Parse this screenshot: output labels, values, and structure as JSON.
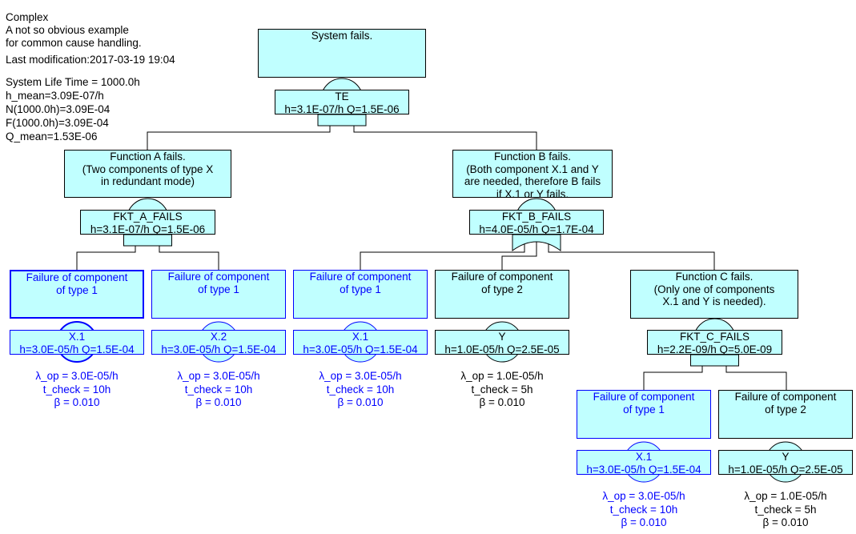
{
  "header": {
    "title": "Complex",
    "description": "A not so obvious example\nfor common cause handling.",
    "last_modification": "Last modification:2017-03-19 19:04",
    "results": [
      "System Life Time = 1000.0h",
      "h_mean=3.09E-07/h",
      "N(1000.0h)=3.09E-04",
      "F(1000.0h)=3.09E-04",
      "Q_mean=1.53E-06"
    ]
  },
  "colors": {
    "fill": "#c0ffff",
    "common_cause": "#0000ff",
    "line": "#000000"
  },
  "nodes": [
    {
      "id": "te",
      "type": "gate",
      "description": "System fails.",
      "label": "TE",
      "stats": "h=3.1E-07/h Q=1.5E-06"
    },
    {
      "id": "fa",
      "type": "gate",
      "description": "Function A fails.\n(Two components of type X\nin redundant mode)",
      "label": "FKT_A_FAILS",
      "stats": "h=3.1E-07/h Q=1.5E-06"
    },
    {
      "id": "fb",
      "type": "gate",
      "description": "Function B fails.\n(Both component X.1 and Y\nare needed, therefore B fails\nif X.1 or Y fails.",
      "label": "FKT_B_FAILS",
      "stats": "h=4.0E-05/h Q=1.7E-04"
    },
    {
      "id": "a1",
      "type": "basic",
      "common_cause": true,
      "selected": true,
      "description": "Failure of component\nof type 1",
      "label": "X.1",
      "stats": "h=3.0E-05/h Q=1.5E-04",
      "params": [
        "λ_op = 3.0E-05/h",
        "t_check = 10h",
        "β = 0.010"
      ]
    },
    {
      "id": "a2",
      "type": "basic",
      "common_cause": true,
      "description": "Failure of component\nof type 1",
      "label": "X.2",
      "stats": "h=3.0E-05/h Q=1.5E-04",
      "params": [
        "λ_op = 3.0E-05/h",
        "t_check = 10h",
        "β = 0.010"
      ]
    },
    {
      "id": "b1",
      "type": "basic",
      "common_cause": true,
      "description": "Failure of component\nof type 1",
      "label": "X.1",
      "stats": "h=3.0E-05/h Q=1.5E-04",
      "params": [
        "λ_op = 3.0E-05/h",
        "t_check = 10h",
        "β = 0.010"
      ]
    },
    {
      "id": "b2",
      "type": "basic",
      "common_cause": false,
      "description": "Failure of component\nof type 2",
      "label": "Y",
      "stats": "h=1.0E-05/h Q=2.5E-05",
      "params": [
        "λ_op = 1.0E-05/h",
        "t_check = 5h",
        "β = 0.010"
      ]
    },
    {
      "id": "fc",
      "type": "gate",
      "description": "Function C fails.\n(Only one of components\nX.1 and Y is needed).",
      "label": "FKT_C_FAILS",
      "stats": "h=2.2E-09/h Q=5.0E-09"
    },
    {
      "id": "c1",
      "type": "basic",
      "common_cause": true,
      "description": "Failure of component\nof type 1",
      "label": "X.1",
      "stats": "h=3.0E-05/h Q=1.5E-04",
      "params": [
        "λ_op = 3.0E-05/h",
        "t_check = 10h",
        "β = 0.010"
      ]
    },
    {
      "id": "c2",
      "type": "basic",
      "common_cause": false,
      "description": "Failure of component\nof type 2",
      "label": "Y",
      "stats": "h=1.0E-05/h Q=2.5E-05",
      "params": [
        "λ_op = 1.0E-05/h",
        "t_check = 5h",
        "β = 0.010"
      ]
    }
  ],
  "edges": [
    [
      "te",
      "fa"
    ],
    [
      "te",
      "fb"
    ],
    [
      "fa",
      "a1"
    ],
    [
      "fa",
      "a2"
    ],
    [
      "fb",
      "b1"
    ],
    [
      "fb",
      "b2"
    ],
    [
      "fb",
      "fc"
    ],
    [
      "fc",
      "c1"
    ],
    [
      "fc",
      "c2"
    ]
  ]
}
